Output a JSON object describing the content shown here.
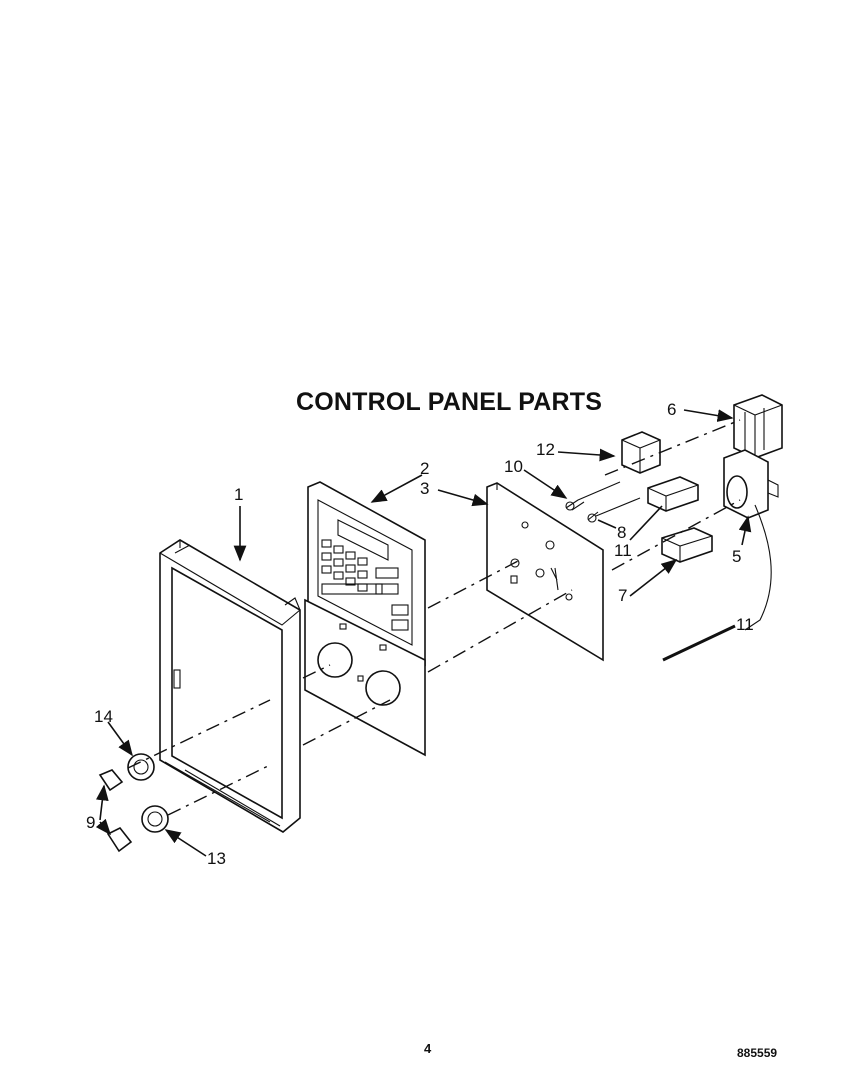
{
  "title": "CONTROL PANEL PARTS",
  "page_number": "4",
  "document_number": "885559",
  "callouts": [
    "1",
    "2",
    "3",
    "5",
    "6",
    "7",
    "8",
    "9",
    "10",
    "11",
    "11",
    "12",
    "13",
    "14"
  ]
}
